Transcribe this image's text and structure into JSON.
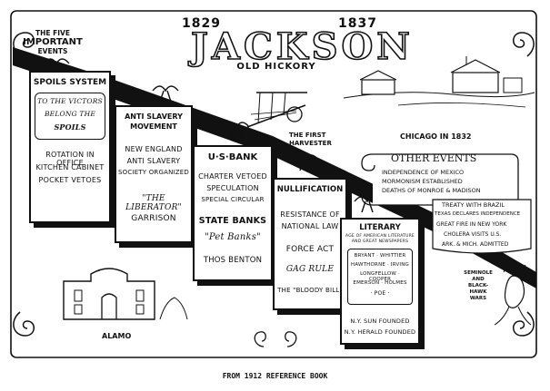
{
  "header": {
    "title": "JACKSON",
    "subtitle": "OLD HICKORY",
    "year_start": "1829",
    "year_end": "1837",
    "five_events": [
      "THE FIVE",
      "IMPORTANT",
      "EVENTS"
    ]
  },
  "spoils_system": {
    "title": "SPOILS SYSTEM",
    "banner": [
      "TO THE VICTORS",
      "BELONG THE",
      "SPOILS"
    ],
    "items": [
      "ROTATION IN OFFICE",
      "KITCHEN CABINET",
      "POCKET VETOES"
    ]
  },
  "anti_slavery": {
    "title": [
      "ANTI SLAVERY",
      "MOVEMENT"
    ],
    "items": [
      "NEW ENGLAND",
      "ANTI SLAVERY",
      "SOCIETY ORGANIZED"
    ],
    "paper": "\"THE LIBERATOR\"",
    "person": "GARRISON"
  },
  "us_bank": {
    "title": "U·S·BANK",
    "items": [
      "CHARTER VETOED",
      "SPECULATION",
      "SPECIAL CIRCULAR"
    ],
    "state_banks": "STATE BANKS",
    "pet_banks": "\"Pet Banks\"",
    "person": "THOS BENTON"
  },
  "nullification": {
    "title": "NULLIFICATION",
    "items": [
      "RESISTANCE OF",
      "NATIONAL LAW"
    ],
    "force_act": "FORCE ACT",
    "gag_rule": "GAG RULE",
    "bloody_bill": "THE \"BLOODY BILL\""
  },
  "literary": {
    "title": "LITERARY",
    "subtitle": [
      "AGE OF AMERICAN LITERATURE",
      "AND GREAT NEWSPAPERS"
    ],
    "authors": [
      "BRYANT · WHITTIER",
      "HAWTHORNE · IRVING",
      "LONGFELLOW · COOPER",
      "EMERSON · HOLMES",
      "· POE ·"
    ],
    "papers": [
      "N.Y. SUN FOUNDED",
      "N.Y. HERALD FOUNDED"
    ]
  },
  "other_events": {
    "title": "OTHER EVENTS",
    "items": [
      "INDEPENDENCE OF MEXICO",
      "MORMONISM ESTABLISHED",
      "DEATHS OF MONROE & MADISON"
    ],
    "more": [
      "TREATY WITH BRAZIL",
      "TEXAS DECLARES INDEPENDENCE",
      "GREAT FIRE IN NEW YORK",
      "CHOLERA VISITS U.S.",
      "ARK. & MICH. ADMITTED"
    ]
  },
  "labels": {
    "harvester": [
      "THE FIRST",
      "HARVESTER"
    ],
    "chicago": "CHICAGO IN 1832",
    "alamo": "ALAMO",
    "seminole": [
      "SEMINOLE",
      "AND",
      "BLACK-",
      "HAWK",
      "WARS"
    ]
  },
  "caption": "FROM 1912 REFERENCE BOOK"
}
